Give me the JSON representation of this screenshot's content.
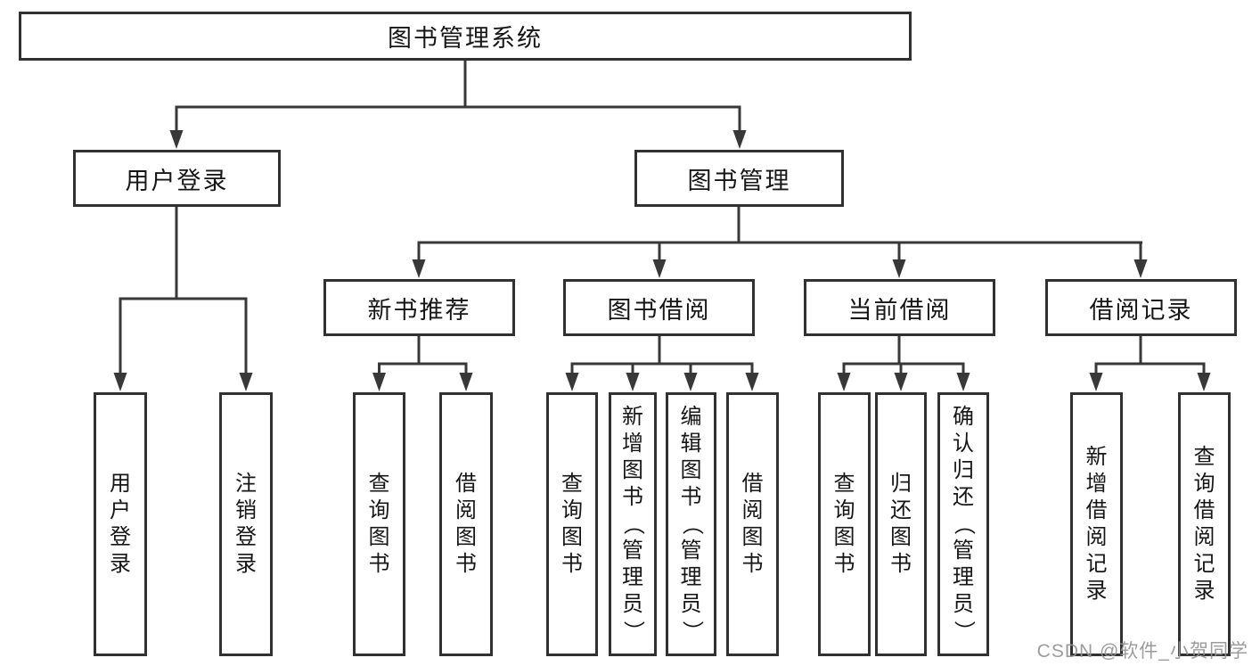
{
  "tree": {
    "label": "图书管理系统",
    "children": [
      {
        "label": "用户登录",
        "children": [
          {
            "label": "用户登录"
          },
          {
            "label": "注销登录"
          }
        ]
      },
      {
        "label": "图书管理",
        "children": [
          {
            "label": "新书推荐",
            "children": [
              {
                "label": "查询图书"
              },
              {
                "label": "借阅图书"
              }
            ]
          },
          {
            "label": "图书借阅",
            "children": [
              {
                "label": "查询图书"
              },
              {
                "label": "新增图书（管理员）"
              },
              {
                "label": "编辑图书（管理员）"
              },
              {
                "label": "借阅图书"
              }
            ]
          },
          {
            "label": "当前借阅",
            "children": [
              {
                "label": "查询图书"
              },
              {
                "label": "归还图书"
              },
              {
                "label": "确认归还（管理员）"
              }
            ]
          },
          {
            "label": "借阅记录",
            "children": [
              {
                "label": "新增借阅记录"
              },
              {
                "label": "查询借阅记录"
              }
            ]
          }
        ]
      }
    ]
  },
  "watermark": {
    "text": "CSDN @软件_小贺同学"
  },
  "colors": {
    "box_border": "#313131",
    "connector": "#383838",
    "text": "#161616",
    "watermark": "#949494",
    "background": "#ffffff"
  }
}
